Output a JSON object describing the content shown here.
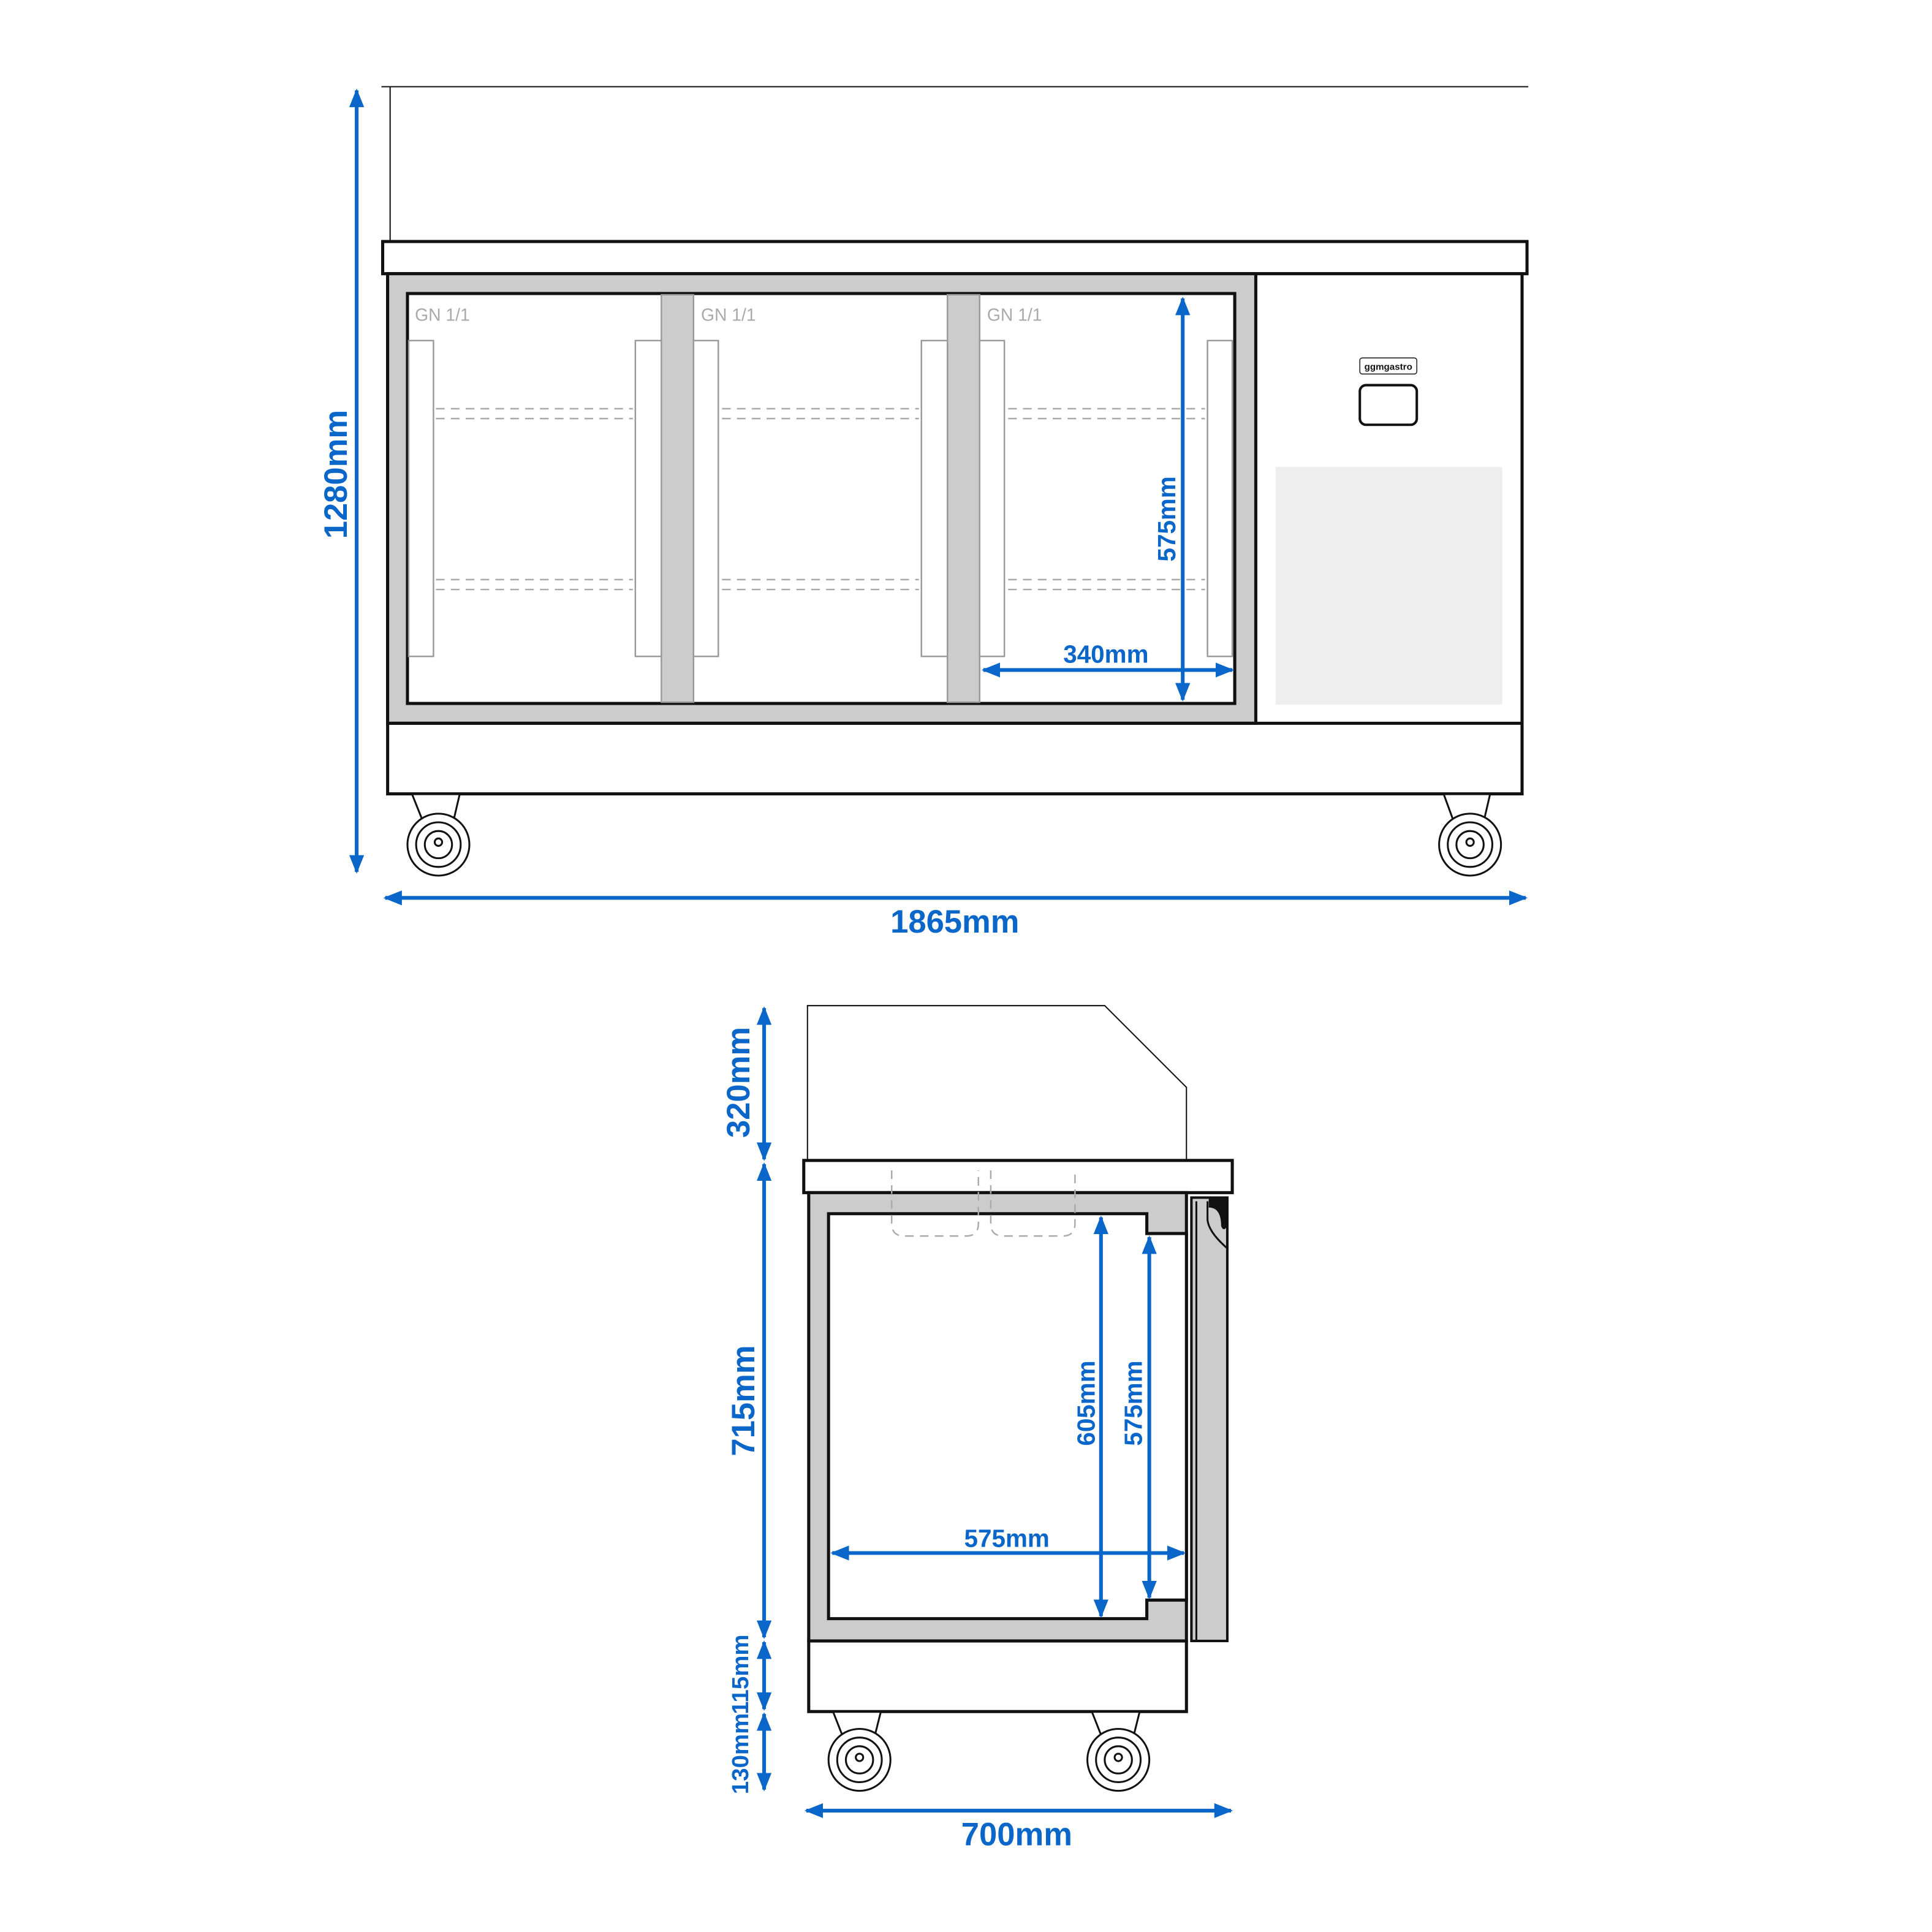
{
  "colors": {
    "dimension": "#0a66c8",
    "outline": "#111111",
    "panel": "#cccccc",
    "vent": "#eeeeee",
    "dashed": "#aaaaaa"
  },
  "front_view": {
    "gn_labels": [
      "GN 1/1",
      "GN 1/1",
      "GN 1/1"
    ],
    "brand_logo": "ggmgastro",
    "dimensions": {
      "height": "1280mm",
      "width": "1865mm",
      "inner_height": "575mm",
      "inner_width": "340mm"
    }
  },
  "side_view": {
    "dimensions": {
      "glass_height": "320mm",
      "body_height": "715mm",
      "plinth_height": "115mm",
      "wheel_height": "130mm",
      "inner_height_a": "605mm",
      "inner_height_b": "575mm",
      "inner_depth": "575mm",
      "depth": "700mm"
    }
  }
}
